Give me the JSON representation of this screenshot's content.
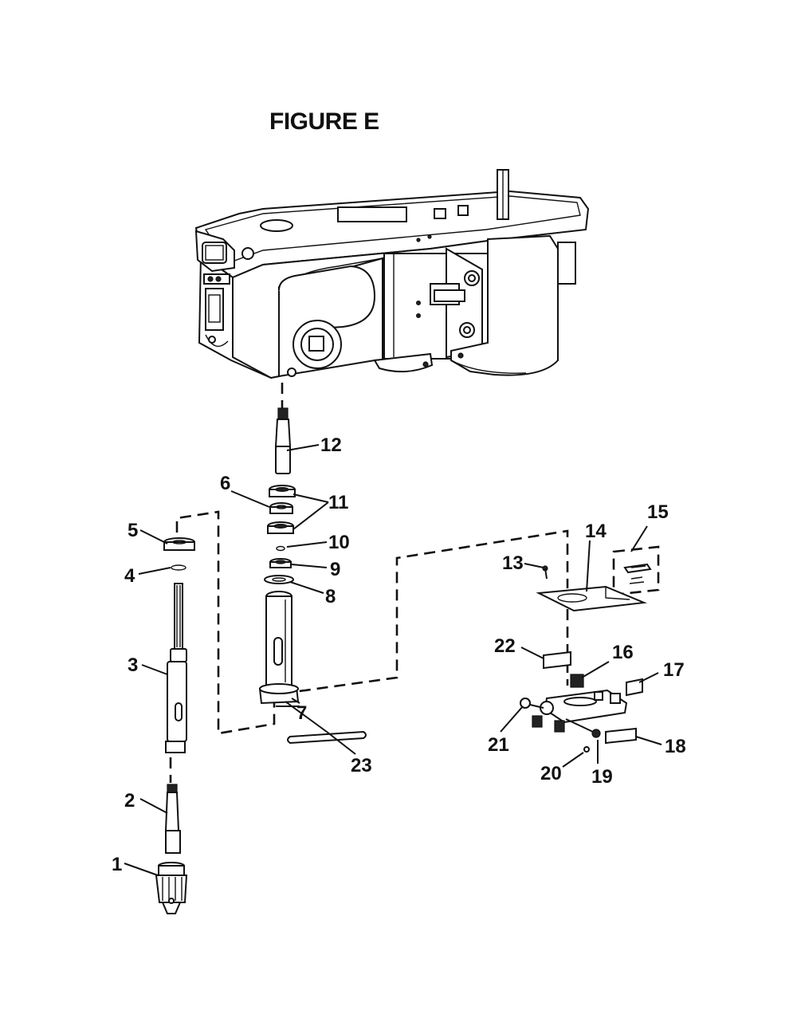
{
  "figure": {
    "title": "FIGURE E"
  },
  "callouts": [
    {
      "id": 1,
      "label": "1"
    },
    {
      "id": 2,
      "label": "2"
    },
    {
      "id": 3,
      "label": "3"
    },
    {
      "id": 4,
      "label": "4"
    },
    {
      "id": 5,
      "label": "5"
    },
    {
      "id": 6,
      "label": "6"
    },
    {
      "id": 7,
      "label": "7"
    },
    {
      "id": 8,
      "label": "8"
    },
    {
      "id": 9,
      "label": "9"
    },
    {
      "id": 10,
      "label": "10"
    },
    {
      "id": 11,
      "label": "11"
    },
    {
      "id": 12,
      "label": "12"
    },
    {
      "id": 13,
      "label": "13"
    },
    {
      "id": 14,
      "label": "14"
    },
    {
      "id": 15,
      "label": "15"
    },
    {
      "id": 16,
      "label": "16"
    },
    {
      "id": 17,
      "label": "17"
    },
    {
      "id": 18,
      "label": "18"
    },
    {
      "id": 19,
      "label": "19"
    },
    {
      "id": 20,
      "label": "20"
    },
    {
      "id": 21,
      "label": "21"
    },
    {
      "id": 22,
      "label": "22"
    },
    {
      "id": 23,
      "label": "23"
    }
  ]
}
